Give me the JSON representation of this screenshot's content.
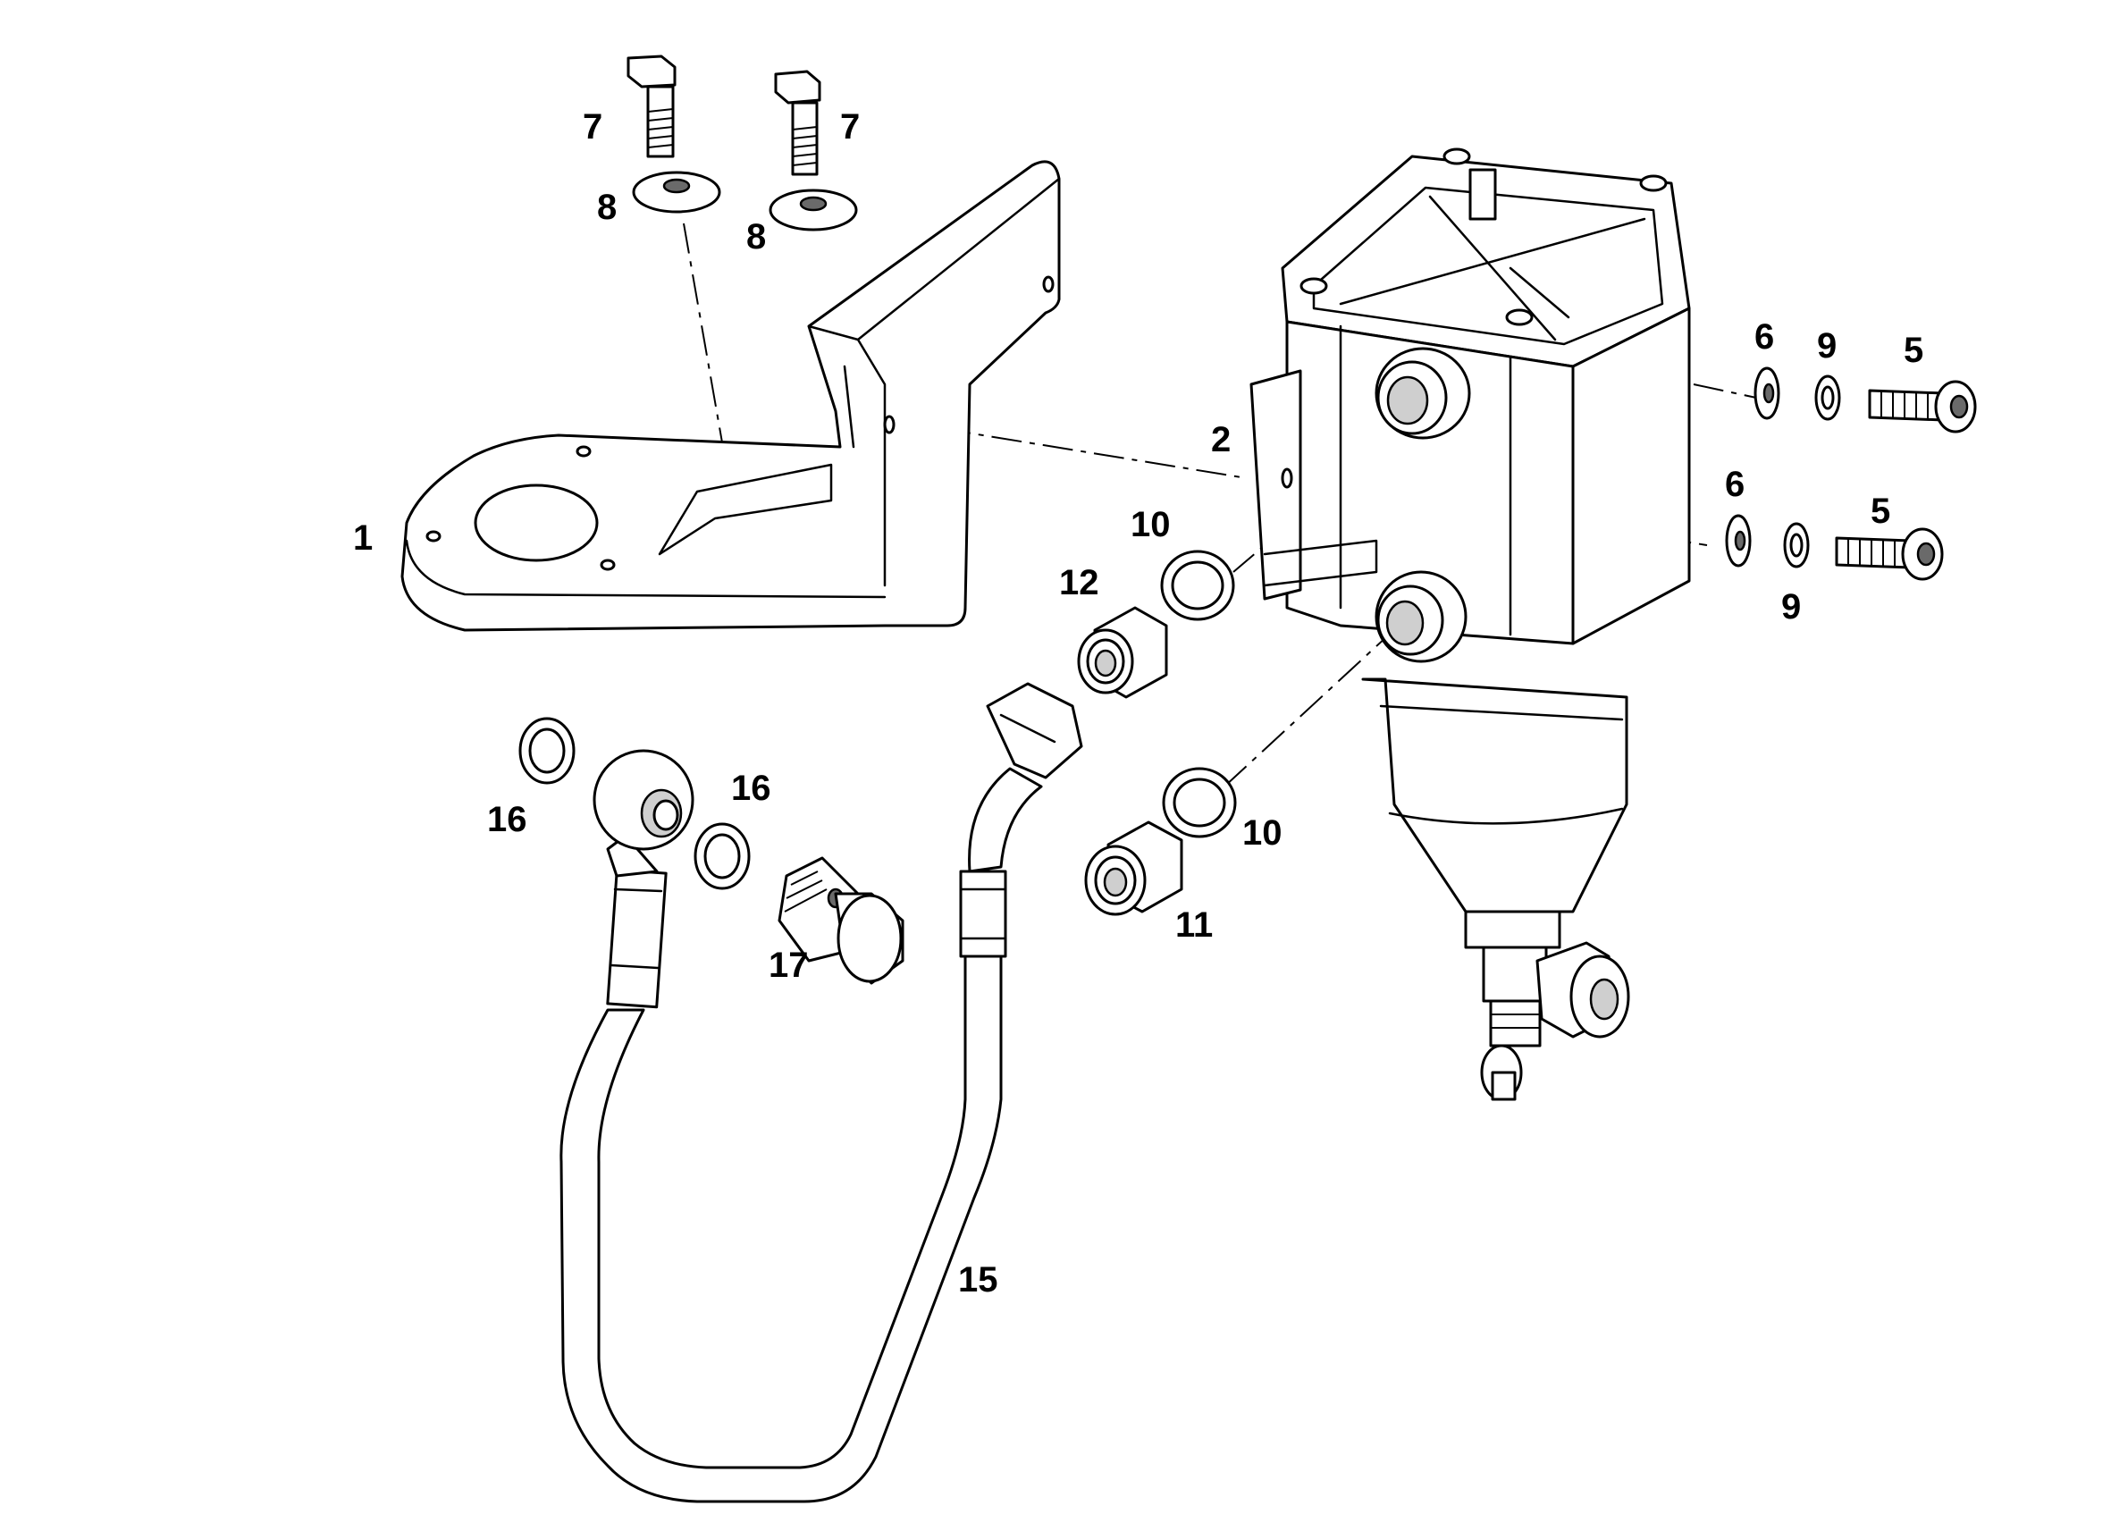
{
  "labels": {
    "bracket": "1",
    "filter_assembly": "2",
    "screw_upper": "5",
    "screw_lower": "5",
    "washer6_upper": "6",
    "washer6_lower": "6",
    "bolt_left": "7",
    "bolt_right": "7",
    "washer8_left": "8",
    "washer8_right": "8",
    "washer9_upper": "9",
    "washer9_lower": "9",
    "seal10_upper": "10",
    "seal10_lower": "10",
    "union11": "11",
    "union12": "12",
    "hose": "15",
    "seal16_left": "16",
    "seal16_right": "16",
    "banjo_bolt": "17"
  }
}
